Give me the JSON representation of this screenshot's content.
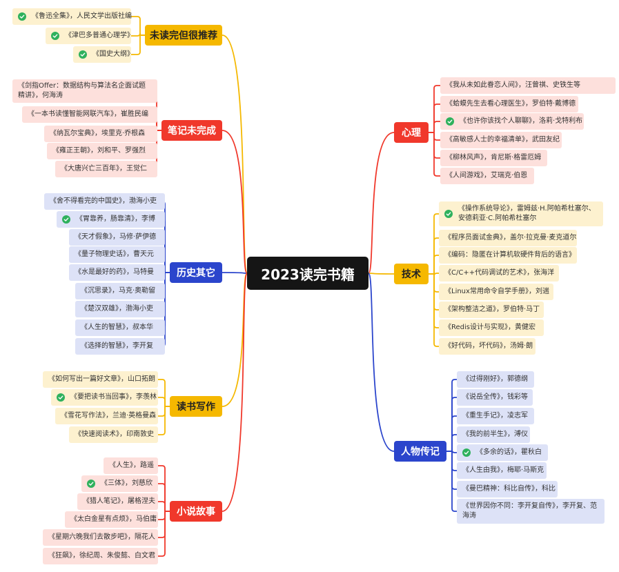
{
  "title": "2023读完书籍",
  "colors": {
    "yellow": "#f5b800",
    "red": "#f0382b",
    "blue": "#2b45cc",
    "yellow_leaf": "#fdf1cf",
    "red_leaf": "#fde0dc",
    "blue_leaf": "#dde2f7",
    "check": "#2fb15d"
  },
  "branches": [
    {
      "id": "recommend",
      "label": "未读完但很推荐",
      "color": "yellow",
      "side": "left",
      "leaves": [
        {
          "text": "《鲁迅全集》，人民文学出版社编",
          "check": true
        },
        {
          "text": "《津巴多普通心理学》",
          "check": true
        },
        {
          "text": "《国史大纲》",
          "check": true
        }
      ]
    },
    {
      "id": "notes",
      "label": "笔记未完成",
      "color": "red",
      "side": "left",
      "leaves": [
        {
          "text": "《剑指Offer：数据结构与算法名企面试题精讲》，何海涛",
          "check": false
        },
        {
          "text": "《一本书读懂智能网联汽车》，崔胜民编",
          "check": false
        },
        {
          "text": "《纳瓦尔宝典》，埃里克·乔根森",
          "check": false
        },
        {
          "text": "《雍正王朝》，刘和平、罗强烈",
          "check": false
        },
        {
          "text": "《大唐兴亡三百年》，王觉仁",
          "check": false
        }
      ]
    },
    {
      "id": "history",
      "label": "历史其它",
      "color": "blue",
      "side": "left",
      "leaves": [
        {
          "text": "《舍不得看完的中国史》，渤海小吏",
          "check": false
        },
        {
          "text": "《胃靠养，肠靠清》，李博",
          "check": true
        },
        {
          "text": "《天才假象》，马修·萨伊德",
          "check": false
        },
        {
          "text": "《量子物理史话》，曹天元",
          "check": false
        },
        {
          "text": "《水是最好的药》，马特曼",
          "check": false
        },
        {
          "text": "《沉思录》，马克·奥勒留",
          "check": false
        },
        {
          "text": "《楚汉双雄》，渤海小吏",
          "check": false
        },
        {
          "text": "《人生的智慧》，叔本华",
          "check": false
        },
        {
          "text": "《选择的智慧》，李开复",
          "check": false
        }
      ]
    },
    {
      "id": "writing",
      "label": "读书写作",
      "color": "yellow",
      "side": "left",
      "leaves": [
        {
          "text": "《如何写出一篇好文章》，山口拓朗",
          "check": false
        },
        {
          "text": "《要把读书当回事》，李羡林",
          "check": true
        },
        {
          "text": "《雪花写作法》，兰迪·英格曼森",
          "check": false
        },
        {
          "text": "《快速阅读术》，印南敦史",
          "check": false
        }
      ]
    },
    {
      "id": "novel",
      "label": "小说故事",
      "color": "red",
      "side": "left",
      "leaves": [
        {
          "text": "《人生》，路遥",
          "check": false
        },
        {
          "text": "《三体》，刘慈欣",
          "check": true
        },
        {
          "text": "《猎人笔记》，屠格涅夫",
          "check": false
        },
        {
          "text": "《太白金星有点烦》，马伯庸",
          "check": false
        },
        {
          "text": "《星期六晚我们去散步吧》，隔花人",
          "check": false
        },
        {
          "text": "《狂飙》，徐纪周、朱俊懿、白文君",
          "check": false
        }
      ]
    },
    {
      "id": "psychology",
      "label": "心理",
      "color": "red",
      "side": "right",
      "leaves": [
        {
          "text": "《我从未如此眷恋人间》，汪曾祺、史铁生等",
          "check": false
        },
        {
          "text": "《蛤蟆先生去看心理医生》，罗伯特·戴博德",
          "check": false
        },
        {
          "text": "《也许你该找个人聊聊》，洛莉·戈特利布",
          "check": true
        },
        {
          "text": "《高敏感人士的幸福清单》，武田友纪",
          "check": false
        },
        {
          "text": "《柳林风声》，肯尼斯·格雷厄姆",
          "check": false
        },
        {
          "text": "《人间游戏》，艾瑞克·伯恩",
          "check": false
        }
      ]
    },
    {
      "id": "tech",
      "label": "技术",
      "color": "yellow",
      "side": "right",
      "leaves": [
        {
          "text": "《操作系统导论》，雷姆兹·H.阿帕希杜塞尔、安德莉亚·C.阿帕希杜塞尔",
          "check": true
        },
        {
          "text": "《程序员面试金典》，盖尔·拉克曼·麦克道尔",
          "check": false
        },
        {
          "text": "《编码：隐匿在计算机软硬件背后的语言》",
          "check": false
        },
        {
          "text": "《C/C++代码调试的艺术》，张海洋",
          "check": false
        },
        {
          "text": "《Linux常用命令自学手册》，刘遄",
          "check": false
        },
        {
          "text": "《架构整洁之道》，罗伯特·马丁",
          "check": false
        },
        {
          "text": "《Redis设计与实现》，黄健宏",
          "check": false
        },
        {
          "text": "《好代码，坏代码》，汤姆·朗",
          "check": false
        }
      ]
    },
    {
      "id": "biography",
      "label": "人物传记",
      "color": "blue",
      "side": "right",
      "leaves": [
        {
          "text": "《过得刚好》，郭德纲",
          "check": false
        },
        {
          "text": "《说岳全传》，钱彩等",
          "check": false
        },
        {
          "text": "《重生手记》，凌志军",
          "check": false
        },
        {
          "text": "《我的前半生》，溥仪",
          "check": false
        },
        {
          "text": "《多余的话》，瞿秋白",
          "check": true
        },
        {
          "text": "《人生由我》，梅耶·马斯克",
          "check": false
        },
        {
          "text": "《曼巴精神：科比自传》，科比",
          "check": false
        },
        {
          "text": "《世界因你不同：李开复自传》，李开复、范海涛",
          "check": false
        }
      ]
    }
  ]
}
